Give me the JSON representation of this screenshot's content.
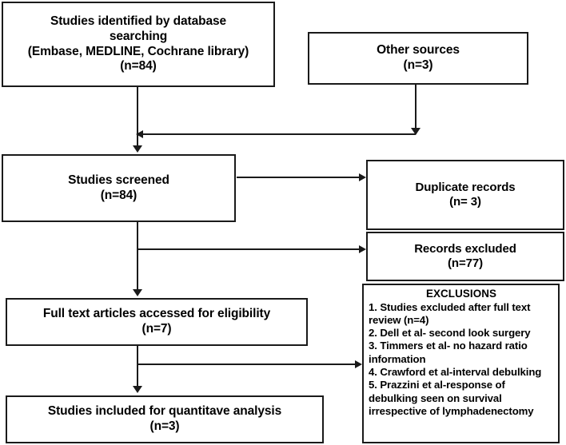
{
  "diagram": {
    "title": "PRISMA study selection flow diagram",
    "line_color": "#1a1a1a",
    "background": "#ffffff"
  },
  "boxes": {
    "identified": {
      "name": "studies-identified-box",
      "lines": [
        "Studies identified by database",
        "searching",
        "(Embase, MEDLINE, Cochrane library)",
        "(n=84)"
      ],
      "count": 84
    },
    "other_sources": {
      "name": "other-sources-box",
      "lines": [
        "Other sources",
        "(n=3)"
      ],
      "count": 3
    },
    "screened": {
      "name": "studies-screened-box",
      "lines": [
        "Studies screened",
        "(n=84)"
      ],
      "count": 84
    },
    "duplicates": {
      "name": "duplicate-records-box",
      "lines": [
        "Duplicate records",
        "(n= 3)"
      ],
      "count": 3
    },
    "records_excluded": {
      "name": "records-excluded-box",
      "lines": [
        "Records excluded",
        "(n=77)"
      ],
      "count": 77
    },
    "exclusions": {
      "name": "exclusions-box",
      "title": "EXCLUSIONS",
      "items": [
        "1. Studies excluded after full text",
        "review (n=4)",
        "2. Dell et al- second look surgery",
        "3. Timmers et al- no hazard ratio",
        "information",
        "4. Crawford et al-interval debulking",
        "5. Prazzini et al-response of",
        "debulking seen on survival",
        "irrespective of lymphadenectomy"
      ]
    },
    "fulltext": {
      "name": "full-text-articles-box",
      "lines": [
        "Full text articles accessed for eligibility",
        "(n=7)"
      ],
      "count": 7
    },
    "included": {
      "name": "studies-included-box",
      "lines": [
        "Studies included for quantitave analysis",
        "(n=3)"
      ],
      "count": 3
    }
  },
  "connectors": [
    {
      "id": "identified-to-screened",
      "from": "identified",
      "to": "screened",
      "direction": "down"
    },
    {
      "id": "other-sources-to-junction",
      "from": "other_sources",
      "to": "identified-spine",
      "direction": "down-then-left"
    },
    {
      "id": "screened-to-duplicates",
      "from": "screened",
      "to": "duplicates",
      "direction": "right"
    },
    {
      "id": "screened-to-records-excluded",
      "from": "screened",
      "to": "records_excluded",
      "direction": "right"
    },
    {
      "id": "screened-to-fulltext",
      "from": "screened",
      "to": "fulltext",
      "direction": "down"
    },
    {
      "id": "fulltext-to-exclusions",
      "from": "fulltext",
      "to": "exclusions",
      "direction": "right"
    },
    {
      "id": "fulltext-to-included",
      "from": "fulltext",
      "to": "included",
      "direction": "down"
    }
  ]
}
